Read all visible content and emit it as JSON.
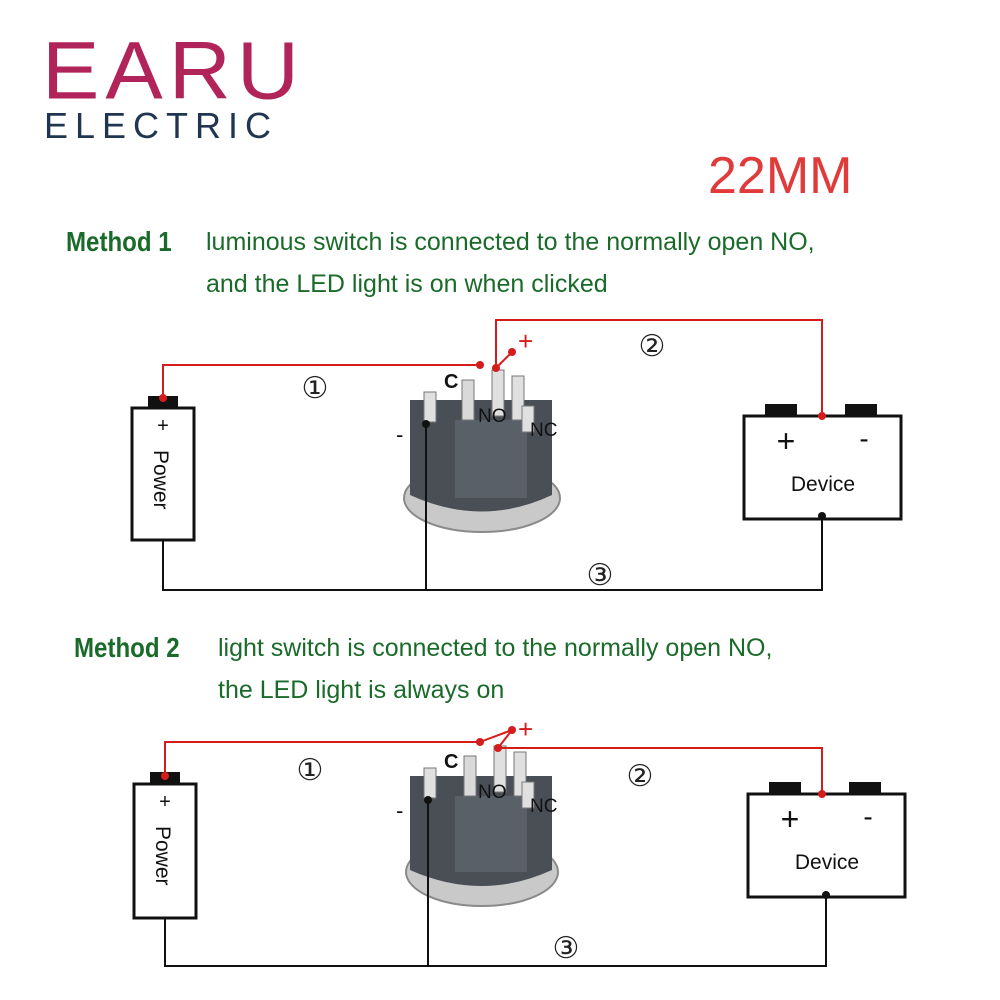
{
  "brand": {
    "name": "EARU",
    "subtitle": "ELECTRIC"
  },
  "size_label": "22MM",
  "colors": {
    "wire_live": "#d41c1c",
    "wire_neutral": "#111111",
    "method_text": "#1a6b2a",
    "brand": "#b0245a",
    "size": "#e03a3a"
  },
  "methods": [
    {
      "title": "Method 1",
      "line1": "luminous switch is connected to the normally open NO,",
      "line2": "and the LED light is on when clicked",
      "num1": "①",
      "num2": "②",
      "num3": "③",
      "power_label": "Power",
      "power_plus": "+",
      "device_label": "Device",
      "device_plus": "+",
      "device_minus": "-",
      "term_c": "C",
      "term_no": "NO",
      "term_nc": "NC",
      "term_plus": "+",
      "term_minus": "-"
    },
    {
      "title": "Method 2",
      "line1": "light switch is connected to the normally open NO,",
      "line2": "the LED light is always on",
      "num1": "①",
      "num2": "②",
      "num3": "③",
      "power_label": "Power",
      "power_plus": "+",
      "device_label": "Device",
      "device_plus": "+",
      "device_minus": "-",
      "term_c": "C",
      "term_no": "NO",
      "term_nc": "NC",
      "term_plus": "+",
      "term_minus": "-"
    }
  ]
}
